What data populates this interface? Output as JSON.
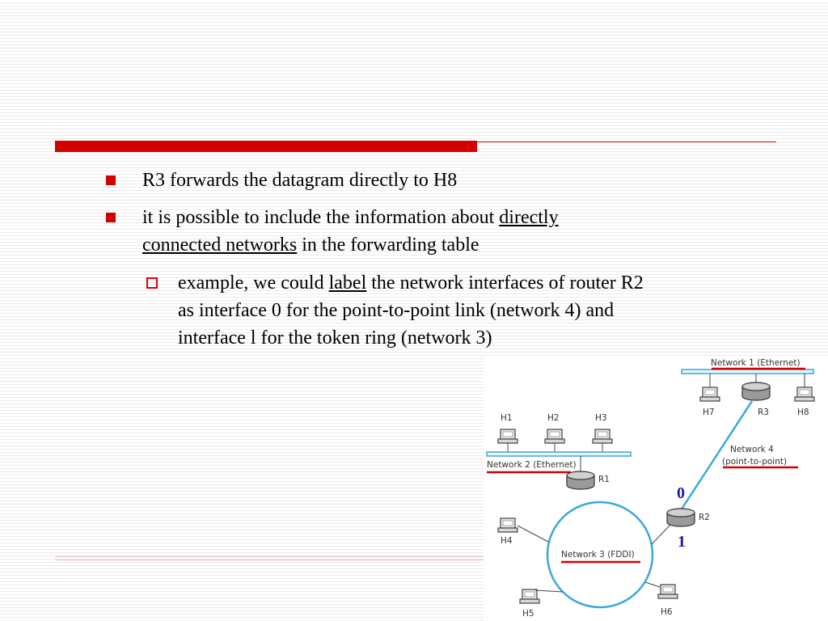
{
  "bullets": [
    {
      "text": "R3 forwards the datagram directly to H8"
    },
    {
      "text_before": "it is possible to include the information about ",
      "link1": "directly",
      "link2": "connected networks",
      "text_after": " in the forwarding table"
    }
  ],
  "subbullet": {
    "text_before": "example, we could ",
    "link": "label",
    "line1_after": " the network interfaces of router R2",
    "line2": "as interface 0 for the point-to-point link (network 4) and",
    "line3": "interface l for the token ring (network 3)"
  },
  "diagram": {
    "network1": "Network 1 (Ethernet)",
    "network2": "Network 2 (Ethernet)",
    "network3": "Network 3 (FDDI)",
    "network4_line1": "Network 4",
    "network4_line2": "(point-to-point)",
    "hosts": {
      "h1": "H1",
      "h2": "H2",
      "h3": "H3",
      "h4": "H4",
      "h5": "H5",
      "h6": "H6",
      "h7": "H7",
      "h8": "H8"
    },
    "routers": {
      "r1": "R1",
      "r2": "R2",
      "r3": "R3"
    },
    "iface0": "0",
    "iface1": "1"
  },
  "colors": {
    "accent_red": "#d40000",
    "ethernet_blue": "#3aa8d8",
    "label_blue": "#1a1a9e"
  }
}
